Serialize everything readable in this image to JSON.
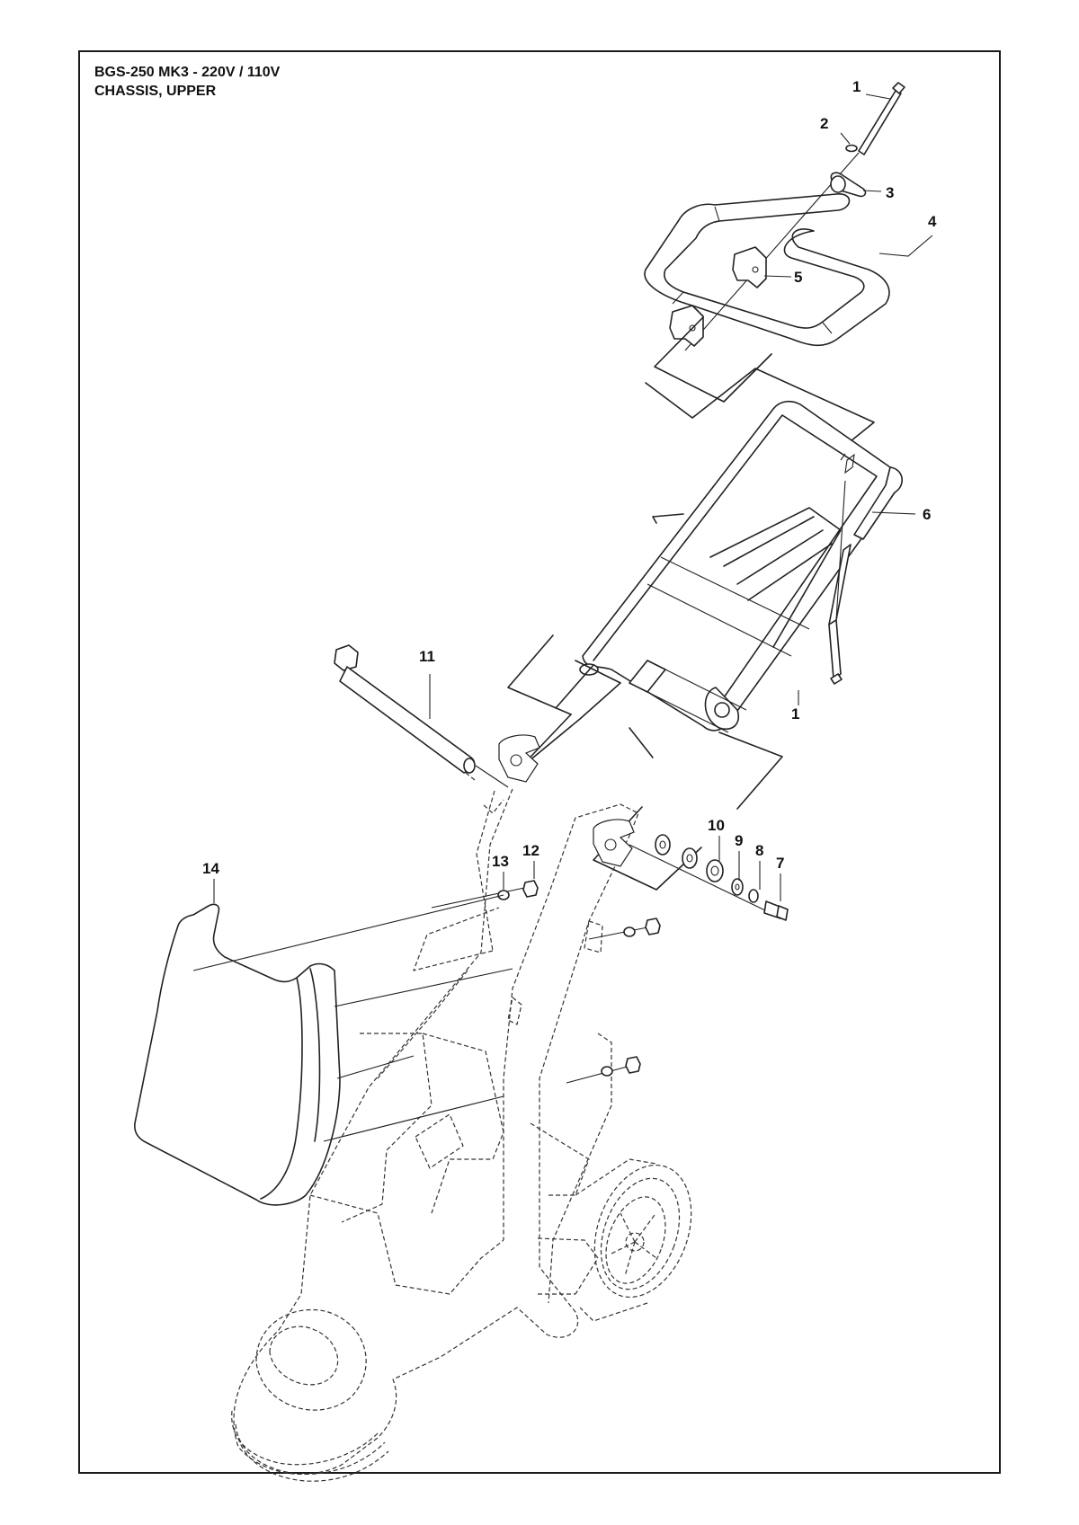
{
  "header": {
    "model": "BGS-250 MK3 - 220V / 110V",
    "section": "CHASSIS, UPPER"
  },
  "callouts": [
    {
      "id": "c1a",
      "label": "1"
    },
    {
      "id": "c2",
      "label": "2"
    },
    {
      "id": "c3",
      "label": "3"
    },
    {
      "id": "c4",
      "label": "4"
    },
    {
      "id": "c5",
      "label": "5"
    },
    {
      "id": "c6",
      "label": "6"
    },
    {
      "id": "c1b",
      "label": "1"
    },
    {
      "id": "c11",
      "label": "11"
    },
    {
      "id": "c10",
      "label": "10"
    },
    {
      "id": "c9",
      "label": "9"
    },
    {
      "id": "c8",
      "label": "8"
    },
    {
      "id": "c7",
      "label": "7"
    },
    {
      "id": "c13",
      "label": "13"
    },
    {
      "id": "c12",
      "label": "12"
    },
    {
      "id": "c14",
      "label": "14"
    }
  ]
}
